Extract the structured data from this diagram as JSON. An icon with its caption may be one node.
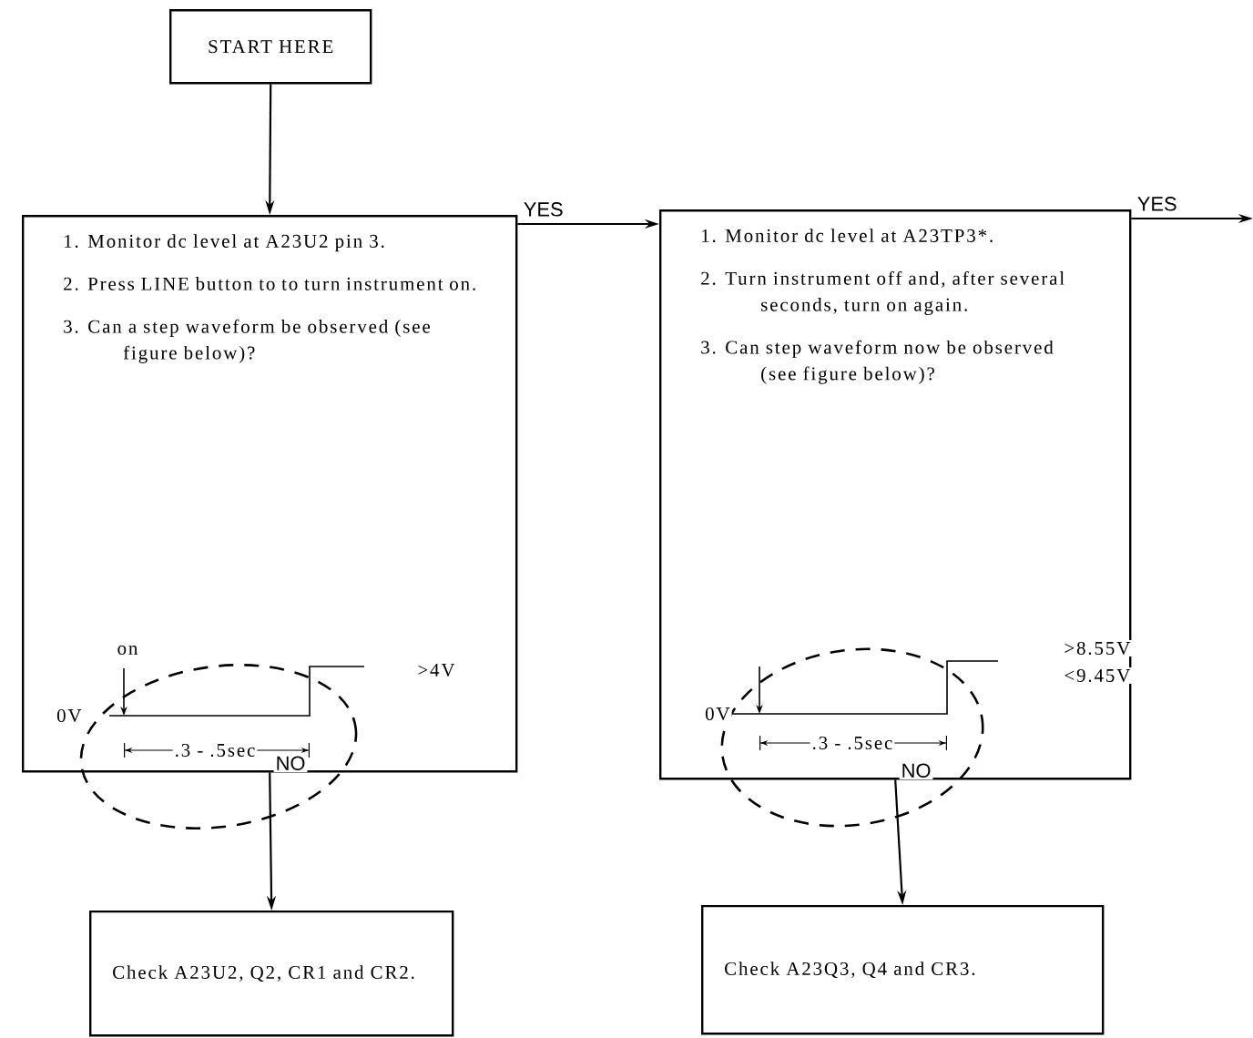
{
  "diagram": {
    "nodes": [
      {
        "text": [
          "START HERE"
        ]
      },
      {
        "text": [
          "1. Monitor dc level at A23U2 pin 3.",
          "2. Press LINE button to to turn instrument on.",
          "3. Can a step waveform be observed (see figure below)?"
        ]
      },
      {
        "text": [
          "1. Monitor dc level at A23TP3*.",
          "2. Turn instrument off and, after several seconds, turn on again.",
          "3. Can step waveform now be observed (see figure below)?"
        ]
      },
      {
        "text": [
          "Check A23U2, Q2, CR1 and CR2."
        ]
      },
      {
        "text": [
          "Check A23Q3, Q4 and CR3."
        ]
      }
    ],
    "edges": [
      {
        "from": 0,
        "to": 1,
        "arrow": "to"
      },
      {
        "from": 1,
        "to": 2,
        "arrow": "to",
        "label": "YES"
      },
      {
        "from": 2,
        "to": null,
        "arrow": "to",
        "label": "YES"
      },
      {
        "from": 1,
        "to": 3,
        "arrow": "to",
        "label": "NO"
      },
      {
        "from": 2,
        "to": 4,
        "arrow": "to",
        "label": "NO"
      }
    ],
    "labels": [
      "on",
      "0V",
      ">4V",
      ".3 - .5sec",
      ">8.55V",
      "<9.45V",
      "0V",
      ".3 - .5sec"
    ]
  }
}
